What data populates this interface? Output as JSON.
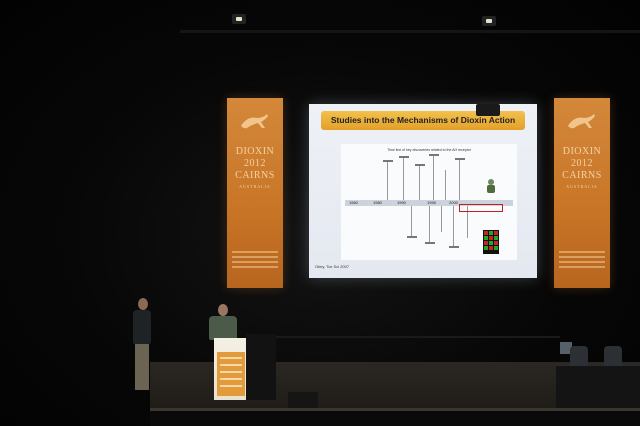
{
  "slide": {
    "title": "Studies into the Mechanisms of Dioxin Action",
    "subtitle": "Time line of key discoveries related to the AH receptor",
    "years": [
      "1960",
      "1980",
      "1990",
      "1995",
      "2000"
    ],
    "footer": "Okey, Tox Sci 2007"
  },
  "banners": [
    {
      "line1": "DIOXIN",
      "line2": "2012",
      "line3": "CAIRNS",
      "line4": "AUSTRALIA"
    },
    {
      "line1": "DIOXIN",
      "line2": "2012",
      "line3": "CAIRNS",
      "line4": "AUSTRALIA"
    }
  ],
  "colors": {
    "banner": "#c97628",
    "slide_title_bar": "#e3a02a",
    "screen": "#eef1f6",
    "stage": "#2b2823"
  }
}
